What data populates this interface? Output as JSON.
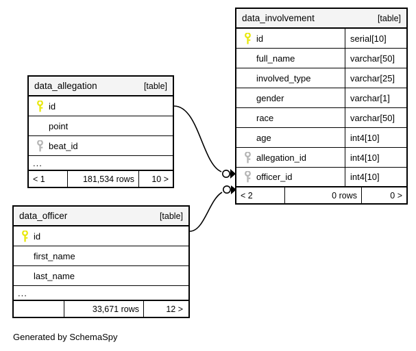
{
  "diagram": {
    "credit": "Generated by SchemaSpy",
    "table_tag": "[table]",
    "ellipsis": "...",
    "colors": {
      "primary_key_icon": "#e8e80a",
      "foreign_key_icon": "#b4b4b4",
      "header_background": "#f4f4f4",
      "border": "#000000",
      "background": "#ffffff"
    }
  },
  "tables": [
    {
      "id": "data_involvement",
      "name": "data_involvement",
      "tag": "[table]",
      "columns": [
        {
          "key": "primary",
          "name": "id",
          "type": "serial[10]"
        },
        {
          "key": "none",
          "name": "full_name",
          "type": "varchar[50]"
        },
        {
          "key": "none",
          "name": "involved_type",
          "type": "varchar[25]"
        },
        {
          "key": "none",
          "name": "gender",
          "type": "varchar[1]"
        },
        {
          "key": "none",
          "name": "race",
          "type": "varchar[50]"
        },
        {
          "key": "none",
          "name": "age",
          "type": "int4[10]"
        },
        {
          "key": "foreign",
          "name": "allegation_id",
          "type": "int4[10]"
        },
        {
          "key": "foreign",
          "name": "officer_id",
          "type": "int4[10]"
        }
      ],
      "has_ellipsis_row": false,
      "footer": {
        "left": "< 2",
        "middle": "0 rows",
        "right": "0 >"
      }
    },
    {
      "id": "data_allegation",
      "name": "data_allegation",
      "tag": "[table]",
      "columns": [
        {
          "key": "primary",
          "name": "id",
          "type": ""
        },
        {
          "key": "none",
          "name": "point",
          "type": ""
        },
        {
          "key": "foreign",
          "name": "beat_id",
          "type": ""
        }
      ],
      "has_ellipsis_row": true,
      "footer": {
        "left": "< 1",
        "middle": "181,534 rows",
        "right": "10 >"
      }
    },
    {
      "id": "data_officer",
      "name": "data_officer",
      "tag": "[table]",
      "columns": [
        {
          "key": "primary",
          "name": "id",
          "type": ""
        },
        {
          "key": "none",
          "name": "first_name",
          "type": ""
        },
        {
          "key": "none",
          "name": "last_name",
          "type": ""
        }
      ],
      "has_ellipsis_row": true,
      "footer": {
        "left": "",
        "middle": "33,671 rows",
        "right": "12 >"
      }
    }
  ],
  "relationships": [
    {
      "id": "allegation-to-involvement",
      "from_table": "data_allegation",
      "from_column": "id",
      "to_table": "data_involvement",
      "to_column": "allegation_id"
    },
    {
      "id": "officer-to-involvement",
      "from_table": "data_officer",
      "from_column": "id",
      "to_table": "data_involvement",
      "to_column": "officer_id"
    }
  ]
}
